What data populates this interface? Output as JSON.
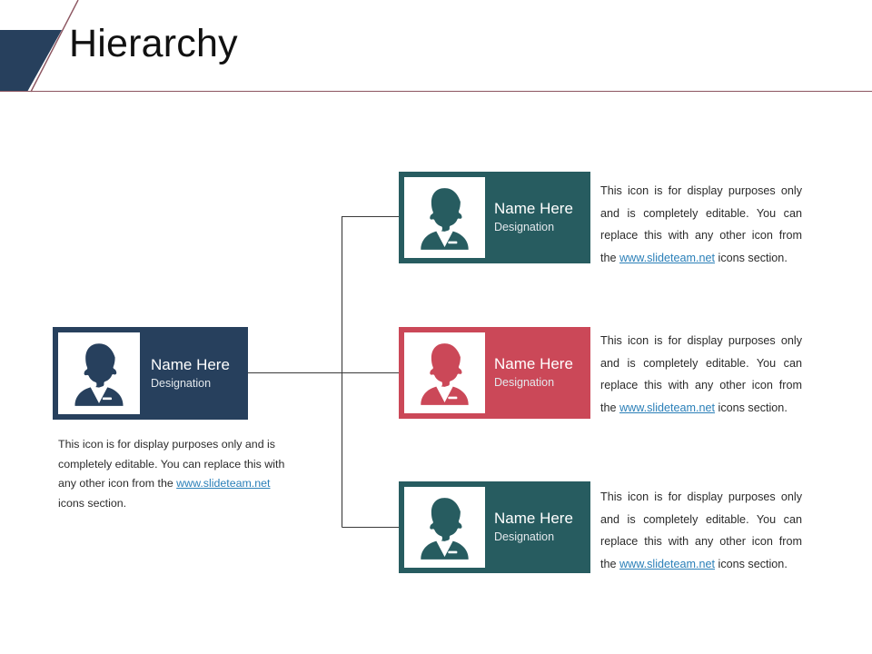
{
  "header": {
    "title": "Hierarchy",
    "accent_navy": "#27405d",
    "accent_line": "#8c5560"
  },
  "palette": {
    "navy": "#27405d",
    "teal": "#275c60",
    "red": "#cb4858",
    "link": "#2a7fb8",
    "connector": "#3a3a3a",
    "body_text": "#2b2b2b"
  },
  "root_node": {
    "name": "Name Here",
    "designation": "Designation",
    "color": "#27405d",
    "icon": "person-business-woman-icon",
    "description": {
      "before": "This icon is for display purposes only and is completely editable. You can replace this with any other icon from the ",
      "link": "www.slideteam.net",
      "after": " icons section."
    }
  },
  "child_nodes": [
    {
      "name": "Name Here",
      "designation": "Designation",
      "color": "#275c60",
      "icon": "person-business-woman-icon",
      "description": {
        "before": "This icon is for display purposes only and is completely editable. You can replace this with any other icon from the ",
        "link": "www.slideteam.net",
        "after": " icons section."
      }
    },
    {
      "name": "Name Here",
      "designation": "Designation",
      "color": "#cb4858",
      "icon": "person-business-woman-icon",
      "description": {
        "before": "This icon is for display purposes only and is completely editable. You can replace this with any other icon from the ",
        "link": "www.slideteam.net",
        "after": " icons section."
      }
    },
    {
      "name": "Name Here",
      "designation": "Designation",
      "color": "#275c60",
      "icon": "person-business-woman-icon",
      "description": {
        "before": "This icon is for display purposes only and is completely editable. You can replace this with any other icon from the ",
        "link": "www.slideteam.net",
        "after": " icons section."
      }
    }
  ]
}
